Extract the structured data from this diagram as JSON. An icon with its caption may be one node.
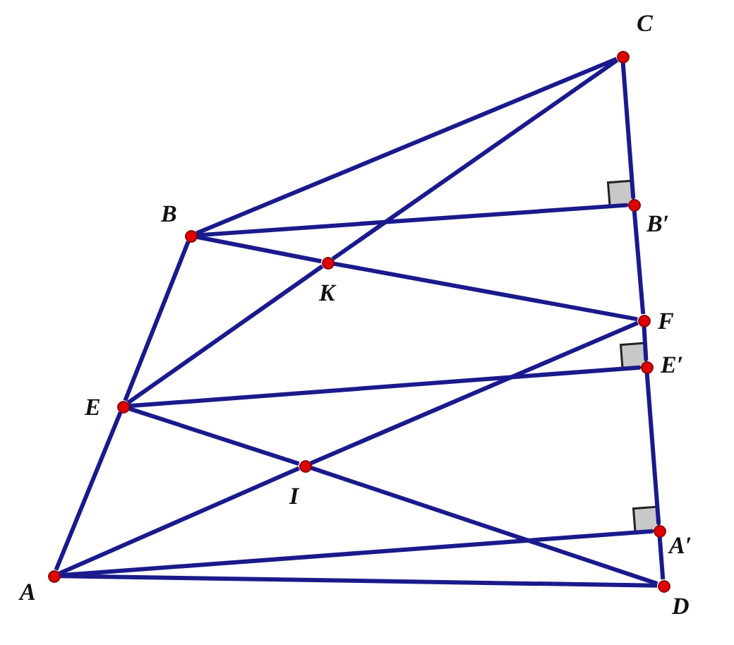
{
  "diagram": {
    "nodes": [
      {
        "text": [],
        "shape": "circle",
        "beside": [
          "C"
        ]
      },
      {
        "text": [],
        "shape": "circle",
        "beside": [
          "B"
        ]
      },
      {
        "text": [],
        "shape": "circle",
        "beside": [
          "B′"
        ]
      },
      {
        "text": [],
        "shape": "circle",
        "beside": [
          "K"
        ]
      },
      {
        "text": [],
        "shape": "circle",
        "beside": [
          "F"
        ]
      },
      {
        "text": [],
        "shape": "circle",
        "beside": [
          "E"
        ]
      },
      {
        "text": [],
        "shape": "circle",
        "beside": [
          "E′"
        ]
      },
      {
        "text": [],
        "shape": "circle",
        "beside": [
          "I"
        ]
      },
      {
        "text": [],
        "shape": "circle",
        "beside": [
          "A′"
        ]
      },
      {
        "text": [],
        "shape": "circle",
        "beside": [
          "A"
        ]
      },
      {
        "text": [],
        "shape": "circle",
        "beside": [
          "D"
        ]
      }
    ],
    "edges": [
      {
        "from": 1,
        "to": 0,
        "arrow": "none"
      },
      {
        "from": 1,
        "to": 2,
        "arrow": "none"
      },
      {
        "from": 1,
        "to": 3,
        "arrow": "none"
      },
      {
        "from": 3,
        "to": 4,
        "arrow": "none"
      },
      {
        "from": 5,
        "to": 3,
        "arrow": "none"
      },
      {
        "from": 3,
        "to": 0,
        "arrow": "none"
      },
      {
        "from": 9,
        "to": 5,
        "arrow": "none"
      },
      {
        "from": 5,
        "to": 1,
        "arrow": "none"
      },
      {
        "from": 0,
        "to": 2,
        "arrow": "none"
      },
      {
        "from": 2,
        "to": 4,
        "arrow": "none"
      },
      {
        "from": 4,
        "to": 6,
        "arrow": "none"
      },
      {
        "from": 6,
        "to": 8,
        "arrow": "none"
      },
      {
        "from": 8,
        "to": 10,
        "arrow": "none"
      },
      {
        "from": 5,
        "to": 6,
        "arrow": "none"
      },
      {
        "from": 5,
        "to": 7,
        "arrow": "none"
      },
      {
        "from": 7,
        "to": 10,
        "arrow": "none"
      },
      {
        "from": 9,
        "to": 7,
        "arrow": "none"
      },
      {
        "from": 7,
        "to": 4,
        "arrow": "none"
      },
      {
        "from": 9,
        "to": 8,
        "arrow": "none"
      },
      {
        "from": 9,
        "to": 10,
        "arrow": "none"
      }
    ]
  }
}
